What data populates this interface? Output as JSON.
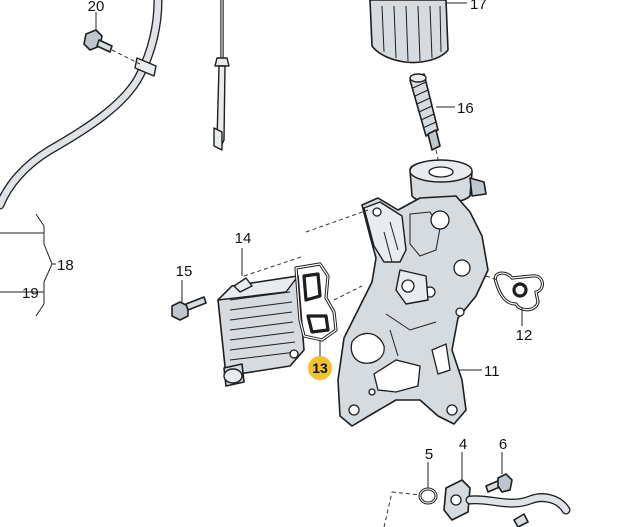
{
  "labels": {
    "p4": "4",
    "p5": "5",
    "p6": "6",
    "p11": "11",
    "p12": "12",
    "p13": "13",
    "p14": "14",
    "p15": "15",
    "p16": "16",
    "p17": "17",
    "p18": "18",
    "p19": "19",
    "p20": "20"
  },
  "colors": {
    "highlight_badge": "#f2c12e",
    "part_fill": "#d6dbe0",
    "outline": "#1e1e1e"
  }
}
